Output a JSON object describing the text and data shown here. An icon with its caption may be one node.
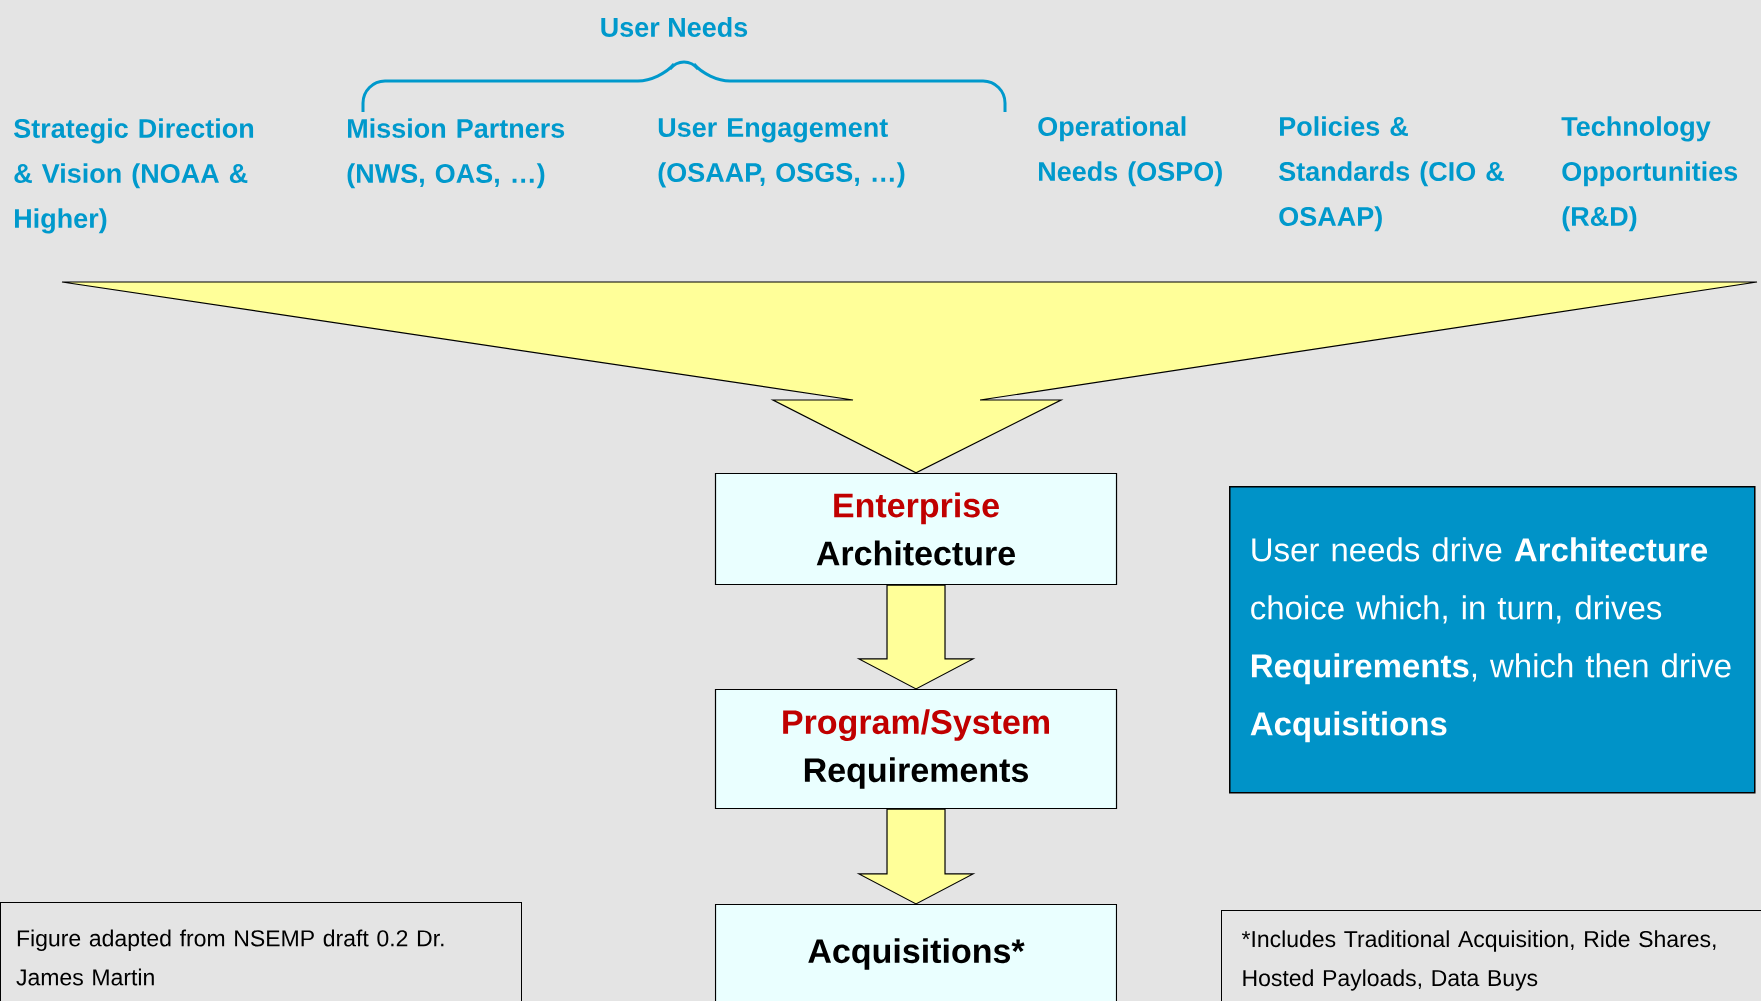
{
  "diagram": {
    "nodes": [
      {
        "text": [
          "Strategic Direction & Vision (NOAA & Higher)"
        ]
      },
      {
        "text": [
          "Mission Partners (NWS, OAS, …)"
        ]
      },
      {
        "text": [
          "User Engagement (OSAAP, OSGS, …)"
        ]
      },
      {
        "text": [
          "Operational Needs (OSPO)"
        ]
      },
      {
        "text": [
          "Policies & Standards (CIO & OSAAP)"
        ]
      },
      {
        "text": [
          "Technology Opportunities (R&D)"
        ]
      },
      {
        "text": [
          "Enterprise",
          "Architecture"
        ]
      },
      {
        "text": [
          "Program/System",
          "Requirements"
        ]
      },
      {
        "text": [
          "Acquisitions*"
        ]
      },
      {
        "text": [
          "User needs drive **Architecture** choice which, in turn, drives **Requirements**, which then drive **Acquisitions**"
        ]
      },
      {
        "text": [
          "Figure adapted from NSEMP draft 0.2 Dr. James Martin"
        ]
      },
      {
        "text": [
          "*Includes Traditional Acquisition, Ride Shares, Hosted Payloads, Data Buys"
        ]
      }
    ],
    "edges": [
      {
        "from": 0,
        "to": 6,
        "arrow": "to"
      },
      {
        "from": 1,
        "to": 6,
        "arrow": "to"
      },
      {
        "from": 2,
        "to": 6,
        "arrow": "to"
      },
      {
        "from": 3,
        "to": 6,
        "arrow": "to"
      },
      {
        "from": 4,
        "to": 6,
        "arrow": "to"
      },
      {
        "from": 5,
        "to": 6,
        "arrow": "to"
      },
      {
        "from": 6,
        "to": 7,
        "arrow": "to"
      },
      {
        "from": 7,
        "to": 8,
        "arrow": "to"
      }
    ],
    "labels": [
      "User Needs"
    ]
  }
}
